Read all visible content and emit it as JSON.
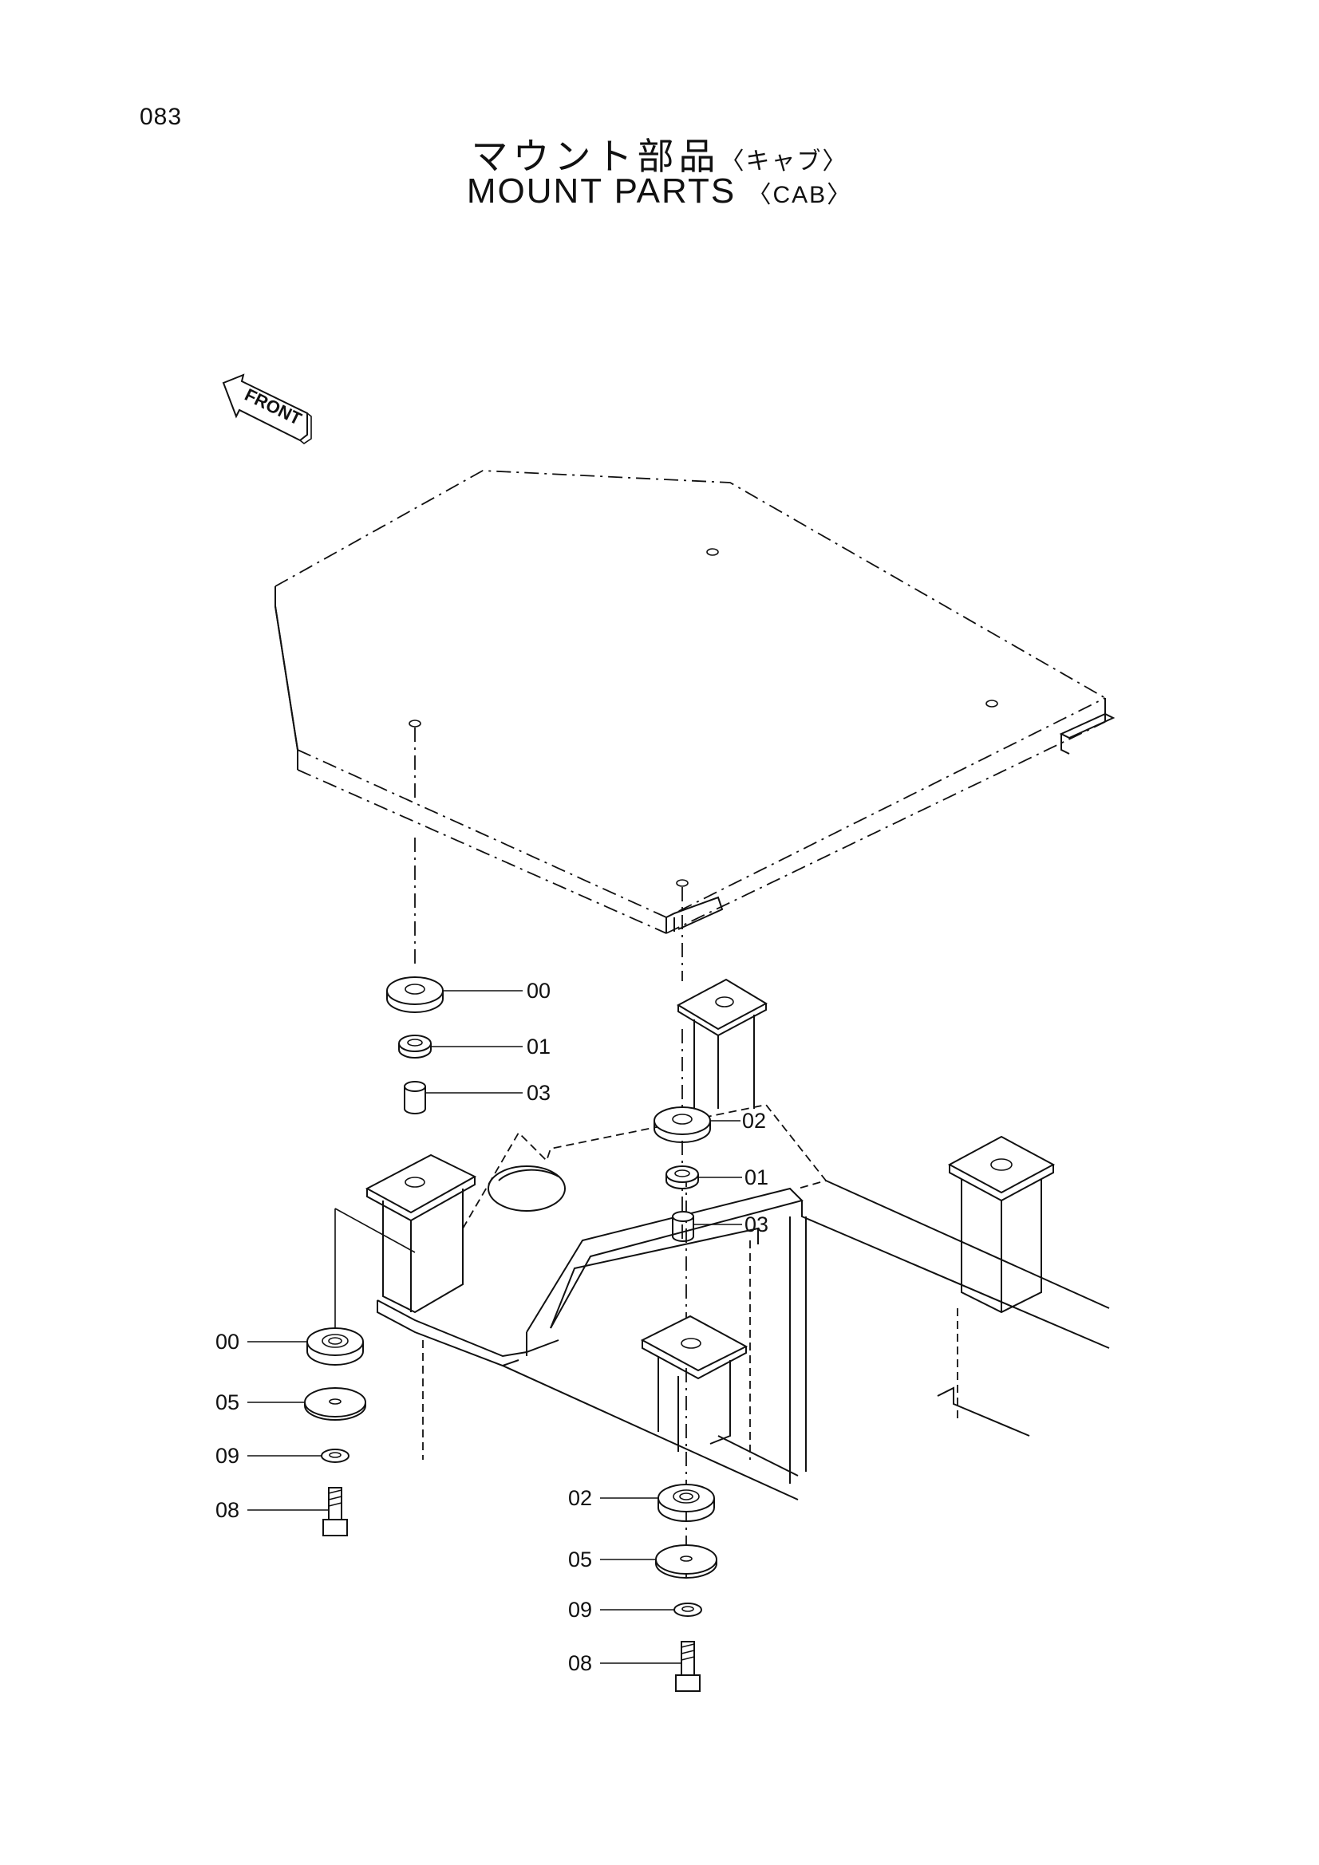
{
  "page_number": "083",
  "title_jp": "マウント部品",
  "title_jp_sub": "〈キャブ〉",
  "title_en": "MOUNT PARTS",
  "title_en_sub": "〈CAB〉",
  "front_arrow": "FRONT",
  "callouts": [
    {
      "id": "c1",
      "text": "00"
    },
    {
      "id": "c2",
      "text": "01"
    },
    {
      "id": "c3",
      "text": "03"
    },
    {
      "id": "c4",
      "text": "02"
    },
    {
      "id": "c5",
      "text": "01"
    },
    {
      "id": "c6",
      "text": "03"
    },
    {
      "id": "c7",
      "text": "00"
    },
    {
      "id": "c8",
      "text": "05"
    },
    {
      "id": "c9",
      "text": "09"
    },
    {
      "id": "c10",
      "text": "08"
    },
    {
      "id": "c11",
      "text": "02"
    },
    {
      "id": "c12",
      "text": "05"
    },
    {
      "id": "c13",
      "text": "09"
    },
    {
      "id": "c14",
      "text": "08"
    }
  ]
}
